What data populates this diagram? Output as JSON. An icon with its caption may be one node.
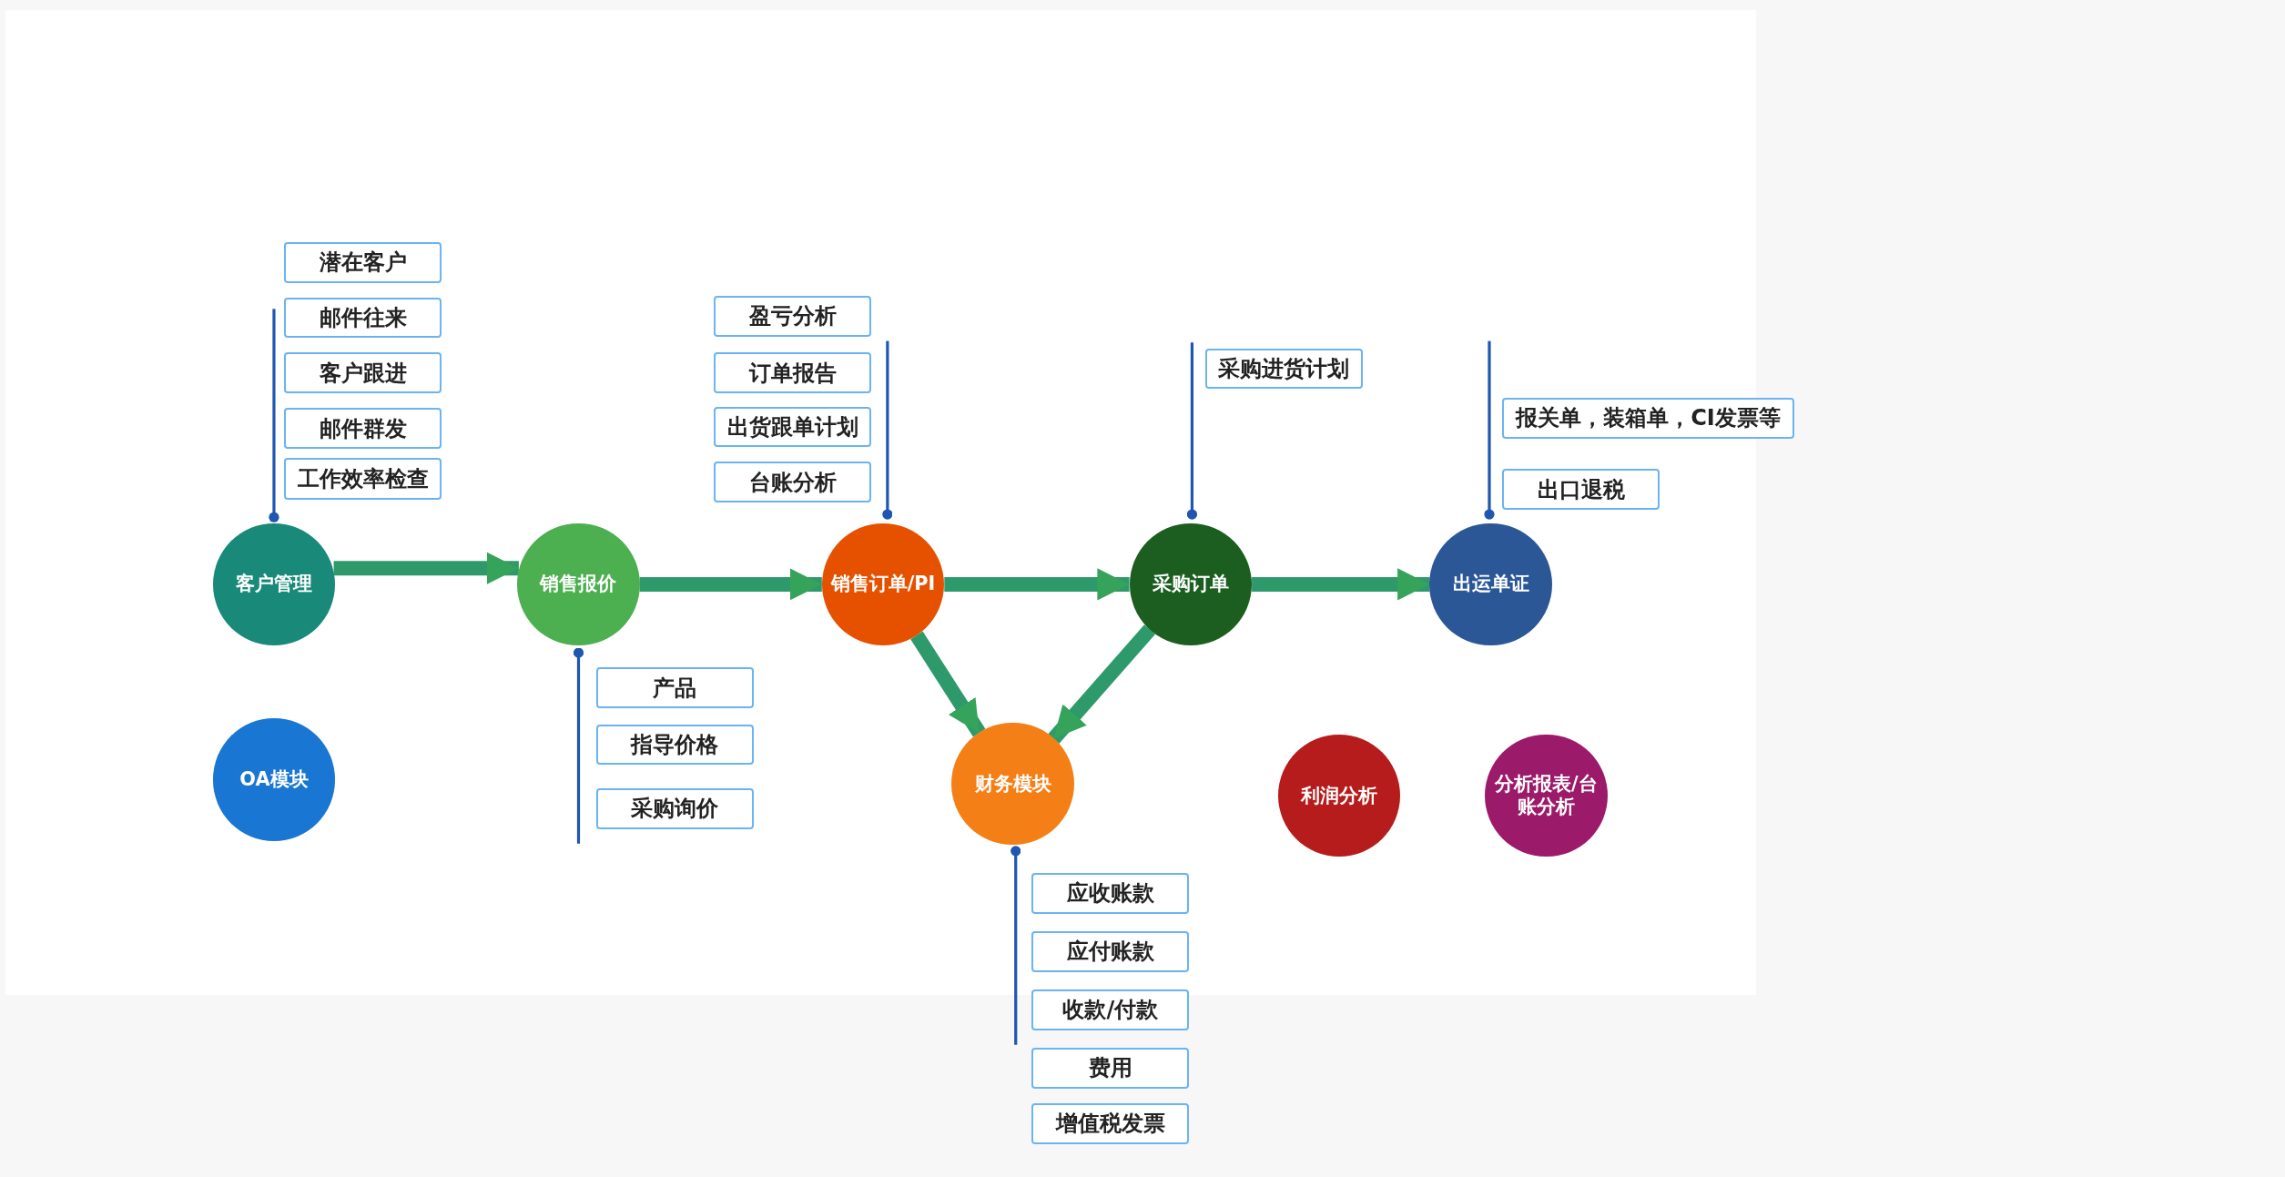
{
  "diagram": {
    "nodes": [
      {
        "text": [
          "客户管理"
        ]
      },
      {
        "text": [
          "销售报价"
        ]
      },
      {
        "text": [
          "销售订单/PI"
        ]
      },
      {
        "text": [
          "采购订单"
        ]
      },
      {
        "text": [
          "出运单证"
        ]
      },
      {
        "text": [
          "OA模块"
        ]
      },
      {
        "text": [
          "财务模块"
        ]
      },
      {
        "text": [
          "利润分析"
        ]
      },
      {
        "text": [
          "分析报表/台账分析"
        ]
      },
      {
        "text": [
          "潜在客户"
        ]
      },
      {
        "text": [
          "邮件往来"
        ]
      },
      {
        "text": [
          "客户跟进"
        ]
      },
      {
        "text": [
          "邮件群发"
        ]
      },
      {
        "text": [
          "工作效率检查"
        ]
      },
      {
        "text": [
          "产品"
        ]
      },
      {
        "text": [
          "指导价格"
        ]
      },
      {
        "text": [
          "采购询价"
        ]
      },
      {
        "text": [
          "盈亏分析"
        ]
      },
      {
        "text": [
          "订单报告"
        ]
      },
      {
        "text": [
          "出货跟单计划"
        ]
      },
      {
        "text": [
          "台账分析"
        ]
      },
      {
        "text": [
          "采购进货计划"
        ]
      },
      {
        "text": [
          "报关单，装箱单，CI发票等"
        ]
      },
      {
        "text": [
          "出口退税"
        ]
      },
      {
        "text": [
          "应收账款"
        ]
      },
      {
        "text": [
          "应付账款"
        ]
      },
      {
        "text": [
          "收款/付款"
        ]
      },
      {
        "text": [
          "费用"
        ]
      },
      {
        "text": [
          "增值税发票"
        ]
      }
    ],
    "edges": [
      {
        "from": 0,
        "to": 1,
        "arrow": "to",
        "style": "thick"
      },
      {
        "from": 1,
        "to": 2,
        "arrow": "to",
        "style": "thick"
      },
      {
        "from": 2,
        "to": 3,
        "arrow": "to",
        "style": "thick"
      },
      {
        "from": 3,
        "to": 4,
        "arrow": "to",
        "style": "thick"
      },
      {
        "from": 2,
        "to": 6,
        "arrow": "to",
        "style": "thick"
      },
      {
        "from": 3,
        "to": 6,
        "arrow": "to",
        "style": "thick"
      },
      {
        "from": 0,
        "to": 10,
        "arrow": "other"
      },
      {
        "from": 1,
        "to": 16,
        "arrow": "other"
      },
      {
        "from": 2,
        "to": 18,
        "arrow": "other"
      },
      {
        "from": 3,
        "to": 21,
        "arrow": "other"
      },
      {
        "from": 4,
        "to": null,
        "arrow": "other"
      },
      {
        "from": 6,
        "to": 26,
        "arrow": "other"
      }
    ]
  }
}
